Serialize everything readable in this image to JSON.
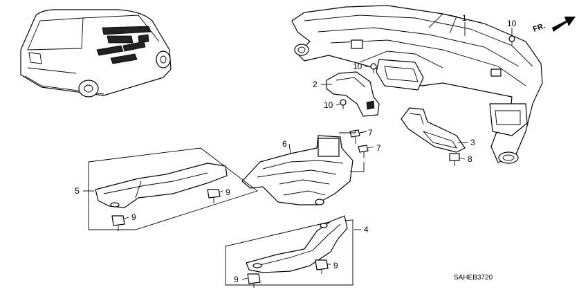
{
  "front_indicator": "FR.",
  "diagram_code": "SAHEB3720",
  "callouts": {
    "c1": "1",
    "c2": "2",
    "c3": "3",
    "c4": "4",
    "c5": "5",
    "c6": "6",
    "c7a": "7",
    "c7b": "7",
    "c8": "8",
    "c9a": "9",
    "c9b": "9",
    "c9c": "9",
    "c9d": "9",
    "c10a": "10",
    "c10b": "10",
    "c10c": "10"
  }
}
